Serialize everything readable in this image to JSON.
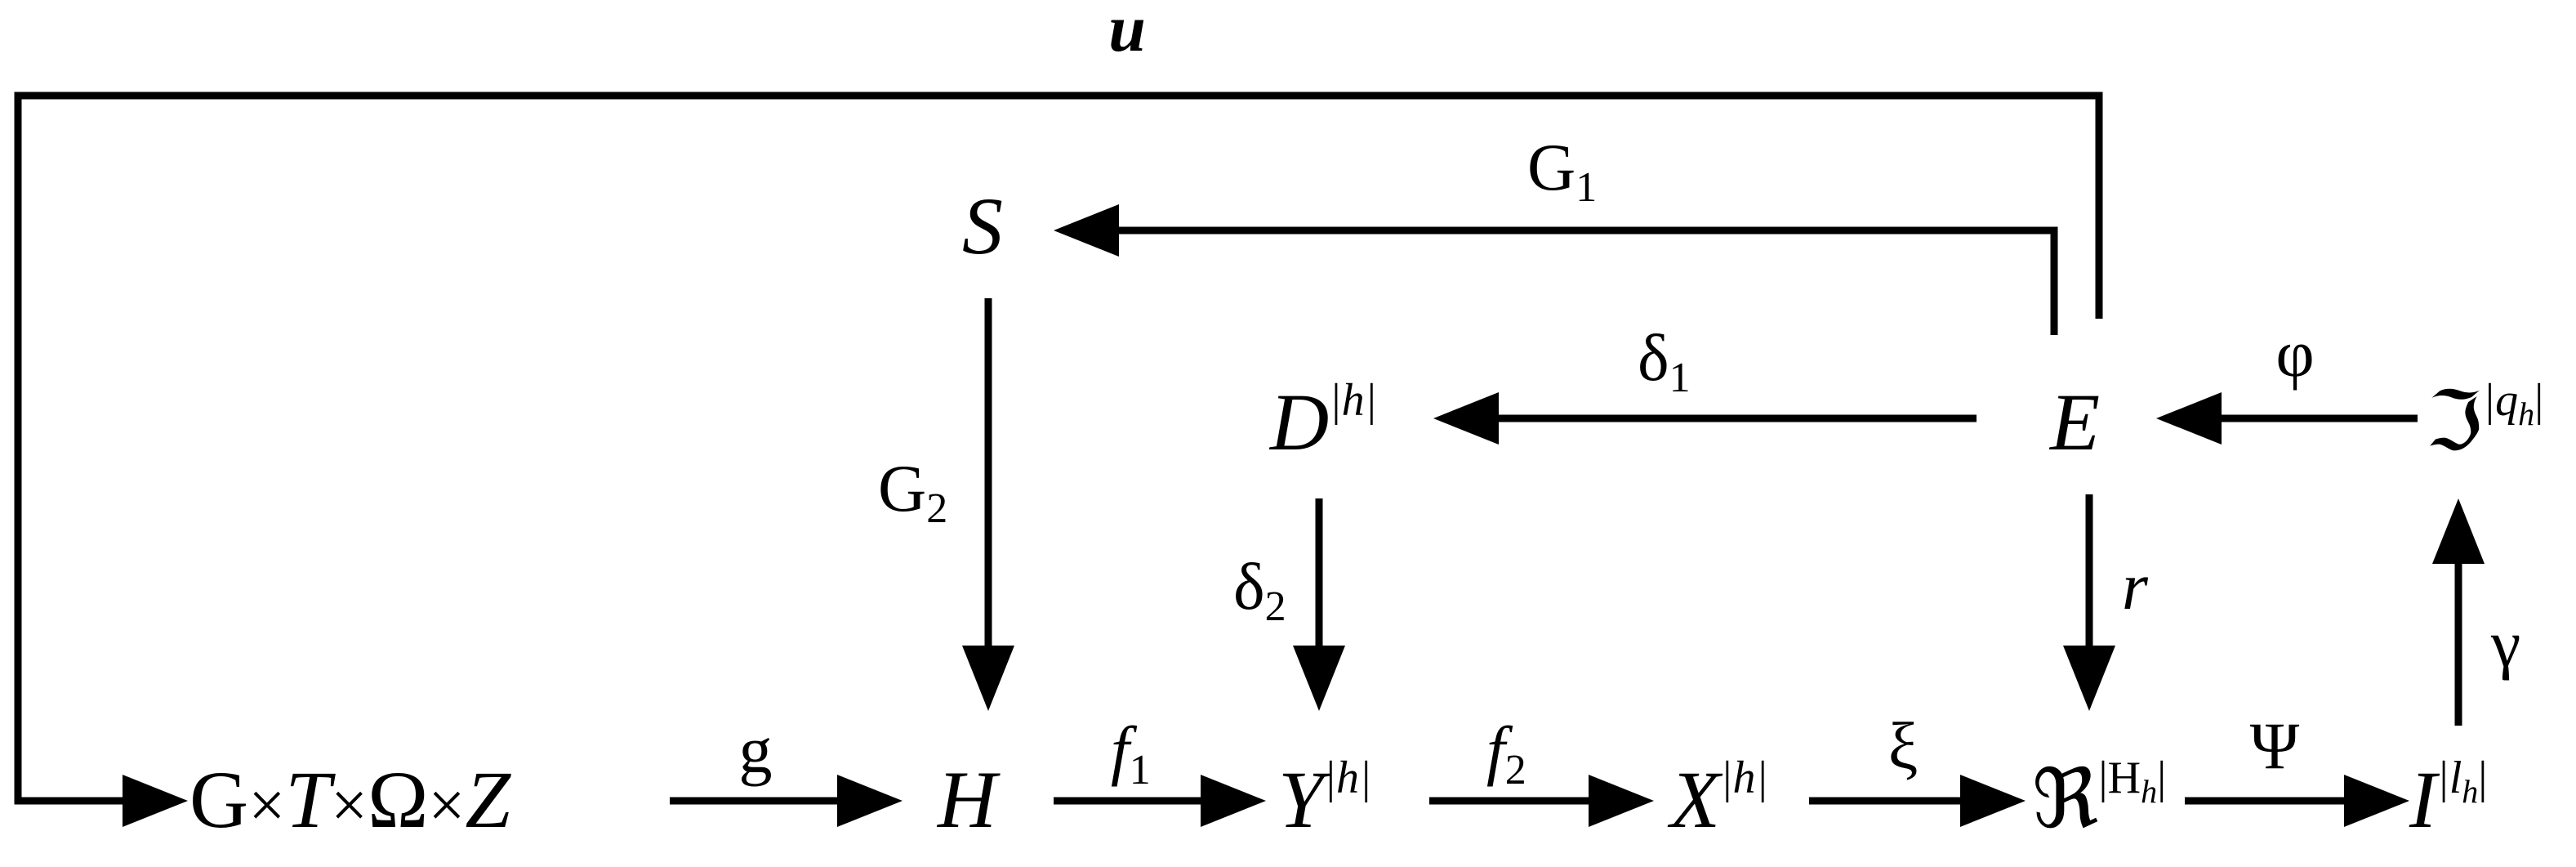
{
  "nodes": {
    "product": {
      "g": "G",
      "t": "T",
      "omega": "Ω",
      "z": "Z",
      "times": "×"
    },
    "h": {
      "main": "H"
    },
    "s": {
      "main": "S"
    },
    "d": {
      "main": "D",
      "sup": "|h|"
    },
    "y": {
      "main": "Y",
      "sup": "|h|"
    },
    "x": {
      "main": "X",
      "sup": "|h|"
    },
    "e": {
      "main": "E"
    },
    "r_frak": {
      "main": "ℜ",
      "sup": "|H",
      "sup_sub": "h",
      "sup_end": "|"
    },
    "i": {
      "main": "I",
      "sup": "|l",
      "sup_sub": "h",
      "sup_end": "|"
    },
    "j_frak": {
      "main": "ℑ",
      "sup": "|q",
      "sup_sub": "h",
      "sup_end": "|"
    }
  },
  "arrows": {
    "u": {
      "label": "u"
    },
    "g1": {
      "label": "G",
      "sub": "1"
    },
    "g2": {
      "label": "G",
      "sub": "2"
    },
    "delta1": {
      "label": "δ",
      "sub": "1"
    },
    "delta2": {
      "label": "δ",
      "sub": "2"
    },
    "phi": {
      "label": "φ"
    },
    "r": {
      "label": "r"
    },
    "gamma": {
      "label": "γ"
    },
    "g": {
      "label": "g"
    },
    "f1": {
      "label": "f",
      "sub": "1"
    },
    "f2": {
      "label": "f",
      "sub": "2"
    },
    "xi": {
      "label": "ξ"
    },
    "psi": {
      "label": "Ψ"
    }
  }
}
